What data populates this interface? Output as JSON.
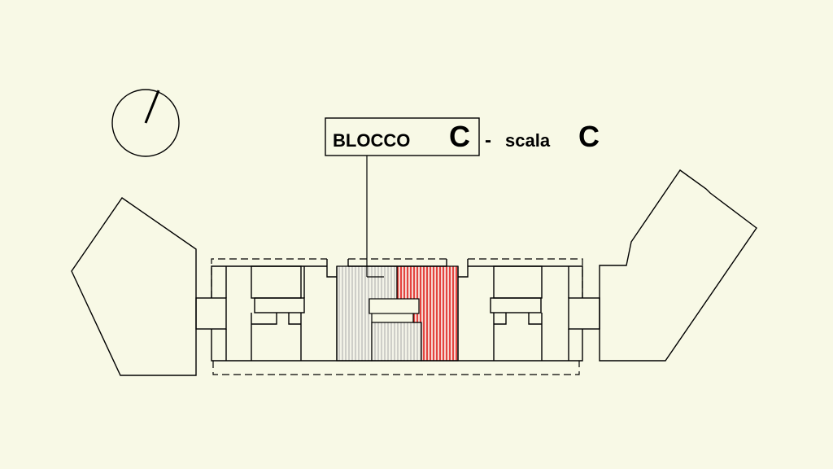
{
  "label": {
    "prefix": "BLOCCO",
    "block_letter": "C",
    "separator": "-",
    "scala_word": "scala",
    "scala_letter": "C"
  },
  "colors": {
    "background": "#f8f9e6",
    "line": "#000000",
    "highlight_red": "#e0201b",
    "hatch_grey": "#b9b9b9"
  },
  "icons": {
    "north_arrow": "compass-circle-with-needle"
  }
}
